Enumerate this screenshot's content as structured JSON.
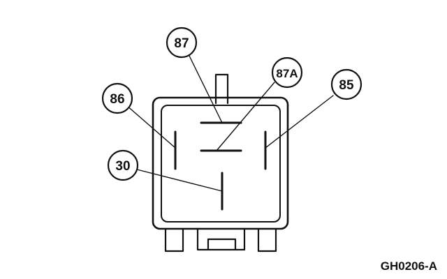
{
  "callouts": {
    "pin87": "87",
    "pin87a": "87A",
    "pin85": "85",
    "pin86": "86",
    "pin30": "30"
  },
  "figure_id": "GH0206-A"
}
